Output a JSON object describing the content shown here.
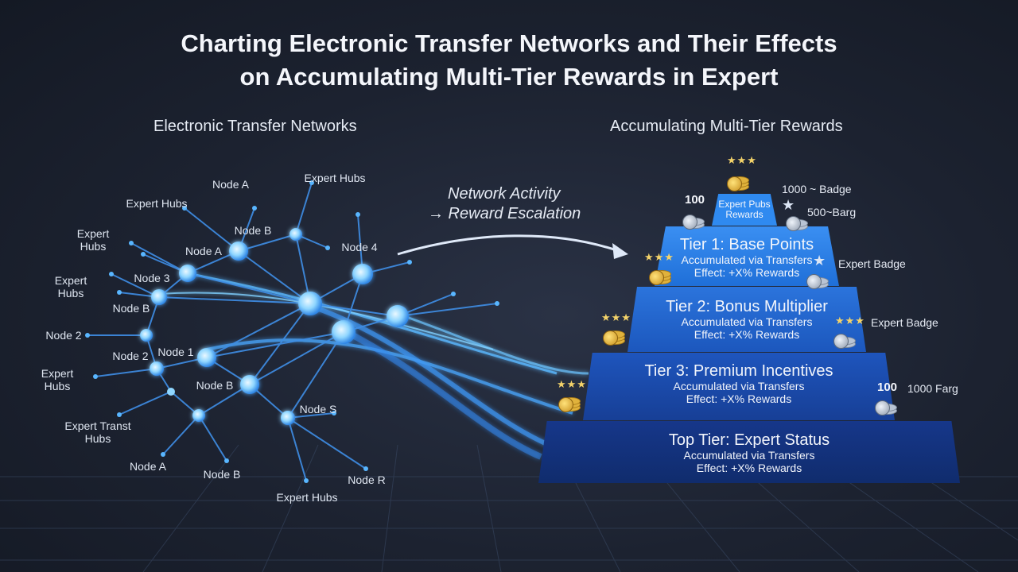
{
  "title": {
    "line1": "Charting Electronic Transfer Networks and Their Effects",
    "line2": "on Accumulating Multi-Tier Rewards in Expert"
  },
  "left_section_label": "Electronic Transfer Networks",
  "right_section_label": "Accumulating Multi-Tier Rewards",
  "arrow_text": {
    "line1": "Network Activity",
    "line2": "→ Reward Escalation"
  },
  "network_labels": [
    "Node A",
    "Expert Hubs",
    "Expert Hubs",
    "Node B",
    "Expert Hubs",
    "Node A",
    "Node 4",
    "Node 3",
    "Expert Hubs",
    "Node B",
    "Node 2",
    "Node 2",
    "Node 1",
    "Expert Hubs",
    "Node B",
    "Node S",
    "Expert Transt Hubs",
    "Node A",
    "Node B",
    "Node R",
    "Expert Hubs"
  ],
  "tiers": {
    "cap": {
      "line1": "Expert Pubs",
      "line2": "Rewards"
    },
    "tier1": {
      "title": "Tier 1: Base Points",
      "line1": "Accumulated via Transfers",
      "line2": "Effect: +X% Rewards"
    },
    "tier2": {
      "title": "Tier 2: Bonus Multiplier",
      "line1": "Accumulated via Transfers",
      "line2": "Effect: +X% Rewards"
    },
    "tier3": {
      "title": "Tier 3: Premium Incentives",
      "line1": "Accumulated via Transfers",
      "line2": "Effect: +X% Rewards"
    },
    "top": {
      "title": "Top Tier: Expert Status",
      "line1": "Accumulated via Transfers",
      "line2": "Effect: +X% Rewards"
    }
  },
  "side_labels": {
    "num_100_a": "100",
    "badge_1000": "1000 ~ Badge",
    "barg_500": "500~Barg",
    "expert_badge_1": "Expert Badge",
    "expert_badge_2": "Expert Badge",
    "num_100_b": "100",
    "farg_1000": "1000 Farg"
  },
  "colors": {
    "background": "#1c2230",
    "node_glow": "#7fd0ff",
    "tier_accent": "#2f8af0",
    "coin_gold": "#e0b23c"
  }
}
